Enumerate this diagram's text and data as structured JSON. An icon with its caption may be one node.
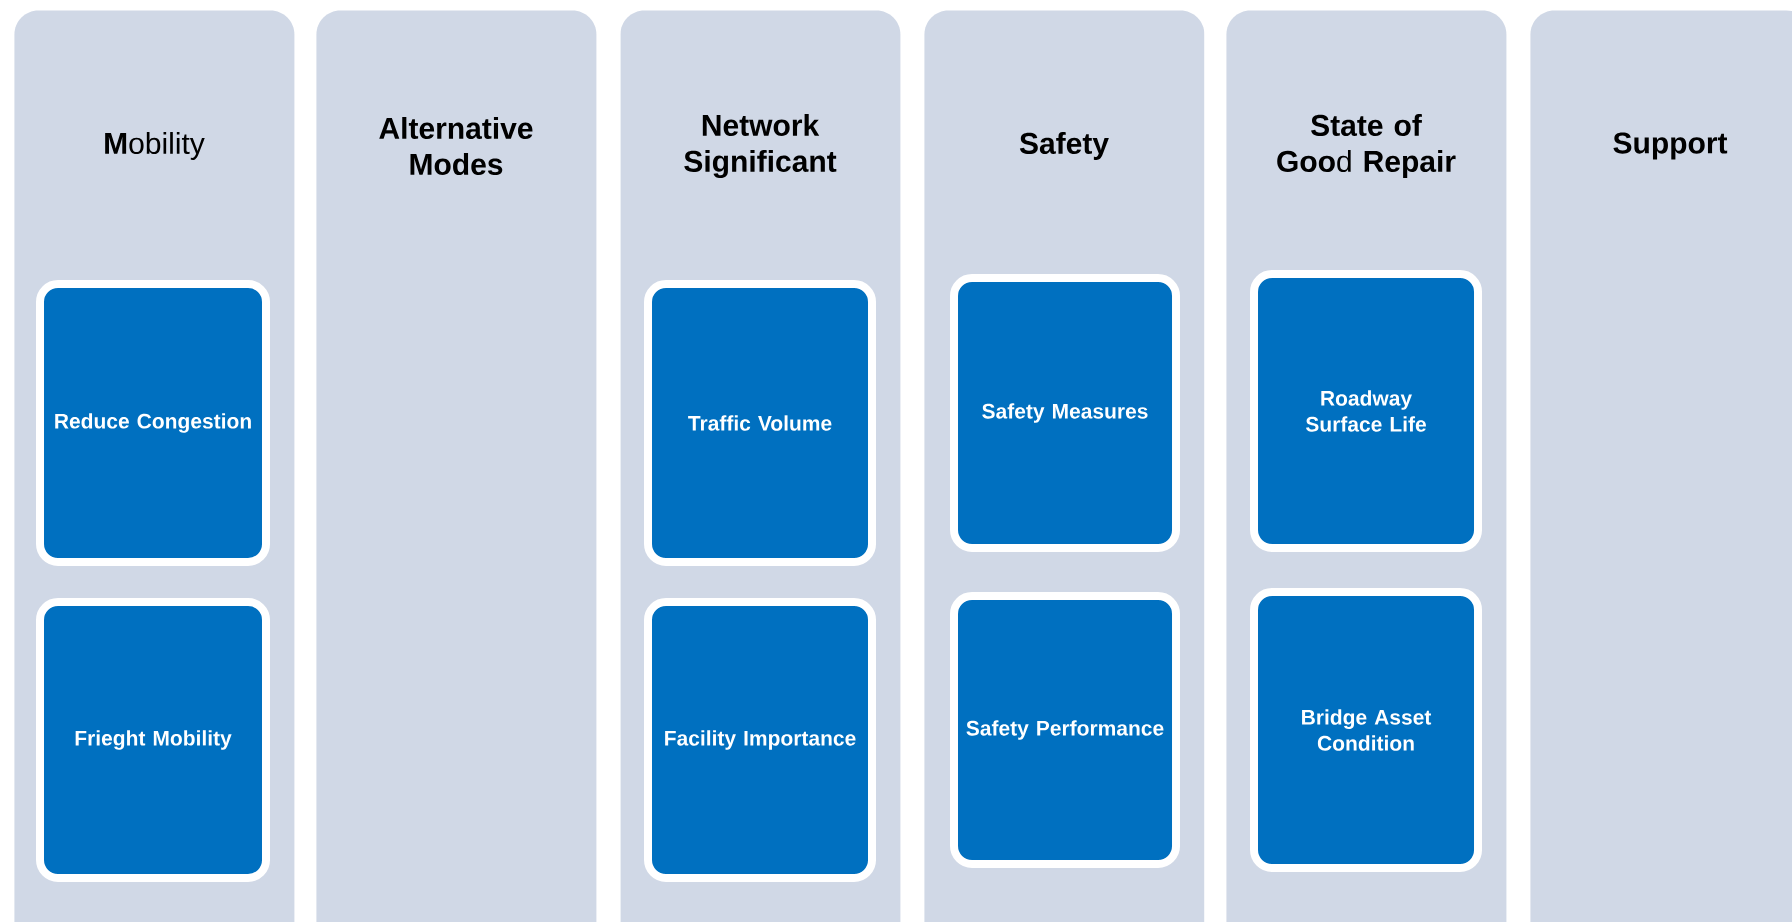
{
  "diagram": {
    "nodes": [
      {
        "text": [
          "**M**obility"
        ]
      },
      {
        "text": [
          "Reduce Congestion"
        ],
        "in": 0
      },
      {
        "text": [
          "Frieght Mobility"
        ],
        "in": 0
      },
      {
        "text": [
          "Alternative Modes"
        ]
      },
      {
        "text": [
          "Network Significant"
        ]
      },
      {
        "text": [
          "Traffic Volume"
        ],
        "in": 4
      },
      {
        "text": [
          "Facility Importance"
        ],
        "in": 4
      },
      {
        "text": [
          "Safety"
        ]
      },
      {
        "text": [
          "Safety Measures"
        ],
        "in": 7
      },
      {
        "text": [
          "Safety Performance"
        ],
        "in": 7
      },
      {
        "text": [
          "**State of Goo**d **Repair**"
        ]
      },
      {
        "text": [
          "Roadway Surface Life"
        ],
        "in": 10
      },
      {
        "text": [
          "Bridge Asset Condition"
        ],
        "in": 10
      },
      {
        "text": [
          "Support"
        ]
      }
    ]
  }
}
